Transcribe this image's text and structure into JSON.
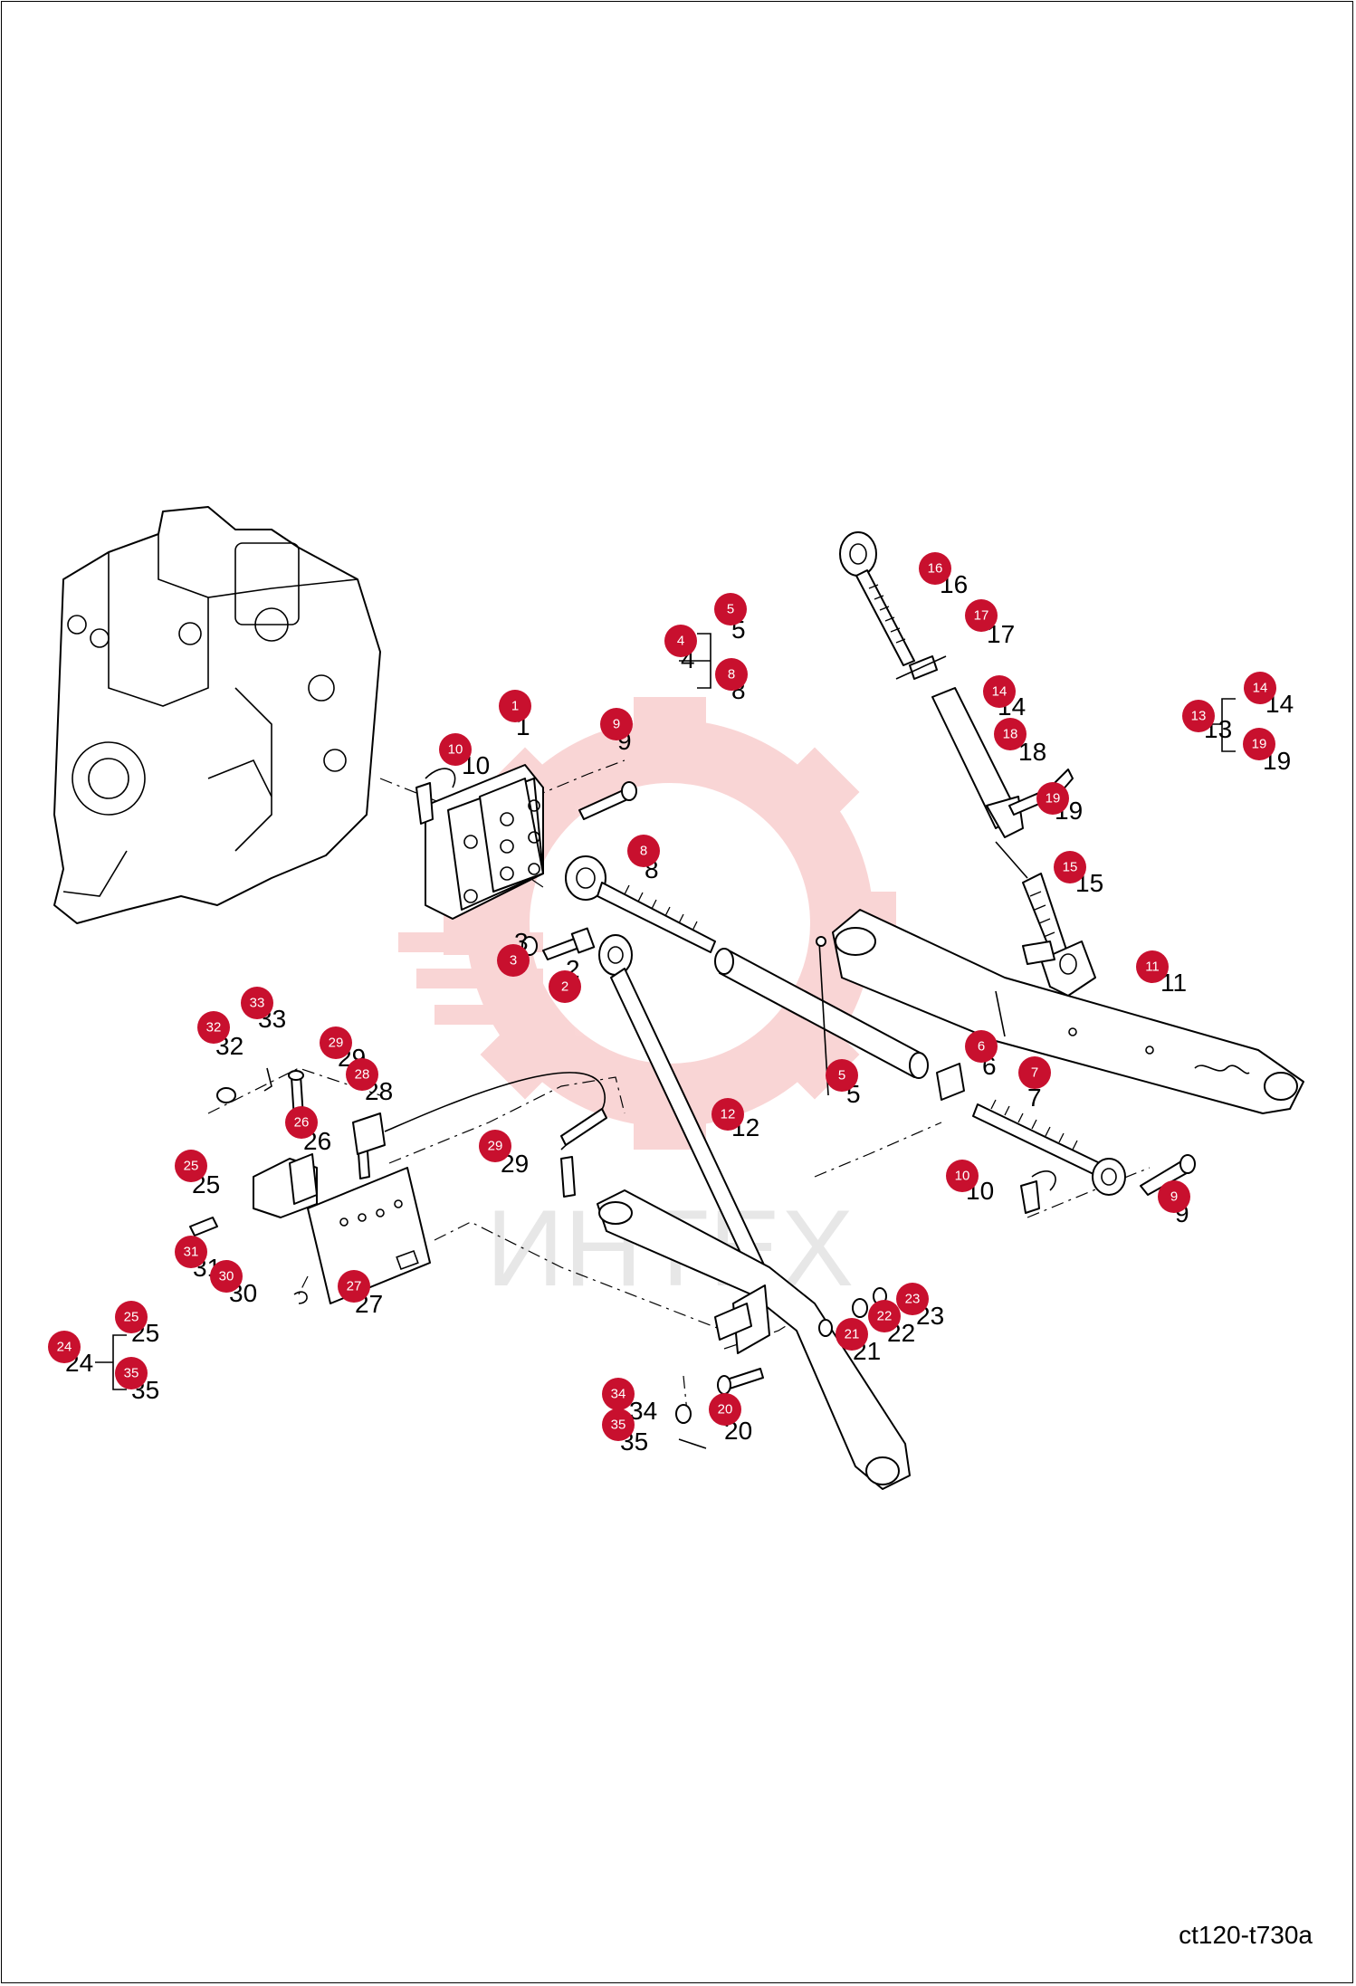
{
  "diagram_code": "ct120-t730a",
  "watermark_text": "ИНТЕХ",
  "colors": {
    "callout": "#c8102e",
    "callout_text": "#ffffff",
    "line": "#000000",
    "watermark": "#f6c9c9"
  },
  "callouts": [
    {
      "id": "1",
      "label": "1"
    },
    {
      "id": "2",
      "label": "2"
    },
    {
      "id": "3",
      "label": "3"
    },
    {
      "id": "4",
      "label": "4"
    },
    {
      "id": "5a",
      "label": "5"
    },
    {
      "id": "5b",
      "label": "5"
    },
    {
      "id": "6",
      "label": "6"
    },
    {
      "id": "7",
      "label": "7"
    },
    {
      "id": "8a",
      "label": "8"
    },
    {
      "id": "8b",
      "label": "8"
    },
    {
      "id": "9a",
      "label": "9"
    },
    {
      "id": "9b",
      "label": "9"
    },
    {
      "id": "10a",
      "label": "10"
    },
    {
      "id": "10b",
      "label": "10"
    },
    {
      "id": "11",
      "label": "11"
    },
    {
      "id": "12",
      "label": "12"
    },
    {
      "id": "13",
      "label": "13"
    },
    {
      "id": "14a",
      "label": "14"
    },
    {
      "id": "14b",
      "label": "14"
    },
    {
      "id": "15",
      "label": "15"
    },
    {
      "id": "16",
      "label": "16"
    },
    {
      "id": "17",
      "label": "17"
    },
    {
      "id": "18",
      "label": "18"
    },
    {
      "id": "19a",
      "label": "19"
    },
    {
      "id": "19b",
      "label": "19"
    },
    {
      "id": "20",
      "label": "20"
    },
    {
      "id": "21",
      "label": "21"
    },
    {
      "id": "22",
      "label": "22"
    },
    {
      "id": "23",
      "label": "23"
    },
    {
      "id": "24",
      "label": "24"
    },
    {
      "id": "25a",
      "label": "25"
    },
    {
      "id": "25b",
      "label": "25"
    },
    {
      "id": "26",
      "label": "26"
    },
    {
      "id": "27",
      "label": "27"
    },
    {
      "id": "28",
      "label": "28"
    },
    {
      "id": "29a",
      "label": "29"
    },
    {
      "id": "29b",
      "label": "29"
    },
    {
      "id": "30",
      "label": "30"
    },
    {
      "id": "31",
      "label": "31"
    },
    {
      "id": "32",
      "label": "32"
    },
    {
      "id": "33",
      "label": "33"
    },
    {
      "id": "34",
      "label": "34"
    },
    {
      "id": "35a",
      "label": "35"
    },
    {
      "id": "35b",
      "label": "35"
    }
  ],
  "labels": [
    {
      "id": "1",
      "text": "1"
    },
    {
      "id": "2",
      "text": "2"
    },
    {
      "id": "3",
      "text": "3"
    },
    {
      "id": "4",
      "text": "4"
    },
    {
      "id": "5a",
      "text": "5"
    },
    {
      "id": "5b",
      "text": "5"
    },
    {
      "id": "6",
      "text": "6"
    },
    {
      "id": "7",
      "text": "7"
    },
    {
      "id": "8a",
      "text": "8"
    },
    {
      "id": "8b",
      "text": "8"
    },
    {
      "id": "9a",
      "text": "9"
    },
    {
      "id": "9b",
      "text": "9"
    },
    {
      "id": "10a",
      "text": "10"
    },
    {
      "id": "10b",
      "text": "10"
    },
    {
      "id": "11",
      "text": "11"
    },
    {
      "id": "12",
      "text": "12"
    },
    {
      "id": "13",
      "text": "13"
    },
    {
      "id": "14a",
      "text": "14"
    },
    {
      "id": "14b",
      "text": "14"
    },
    {
      "id": "15",
      "text": "15"
    },
    {
      "id": "16",
      "text": "16"
    },
    {
      "id": "17",
      "text": "17"
    },
    {
      "id": "18",
      "text": "18"
    },
    {
      "id": "19a",
      "text": "19"
    },
    {
      "id": "19b",
      "text": "19"
    },
    {
      "id": "20",
      "text": "20"
    },
    {
      "id": "21",
      "text": "21"
    },
    {
      "id": "22",
      "text": "22"
    },
    {
      "id": "23",
      "text": "23"
    },
    {
      "id": "24",
      "text": "24"
    },
    {
      "id": "25a",
      "text": "25"
    },
    {
      "id": "25b",
      "text": "25"
    },
    {
      "id": "26",
      "text": "26"
    },
    {
      "id": "27",
      "text": "27"
    },
    {
      "id": "28",
      "text": "28"
    },
    {
      "id": "29a",
      "text": "29"
    },
    {
      "id": "29b",
      "text": "29"
    },
    {
      "id": "30",
      "text": "30"
    },
    {
      "id": "31",
      "text": "31"
    },
    {
      "id": "32",
      "text": "32"
    },
    {
      "id": "33",
      "text": "33"
    },
    {
      "id": "34",
      "text": "34"
    },
    {
      "id": "35a",
      "text": "35"
    },
    {
      "id": "35b",
      "text": "35"
    }
  ]
}
